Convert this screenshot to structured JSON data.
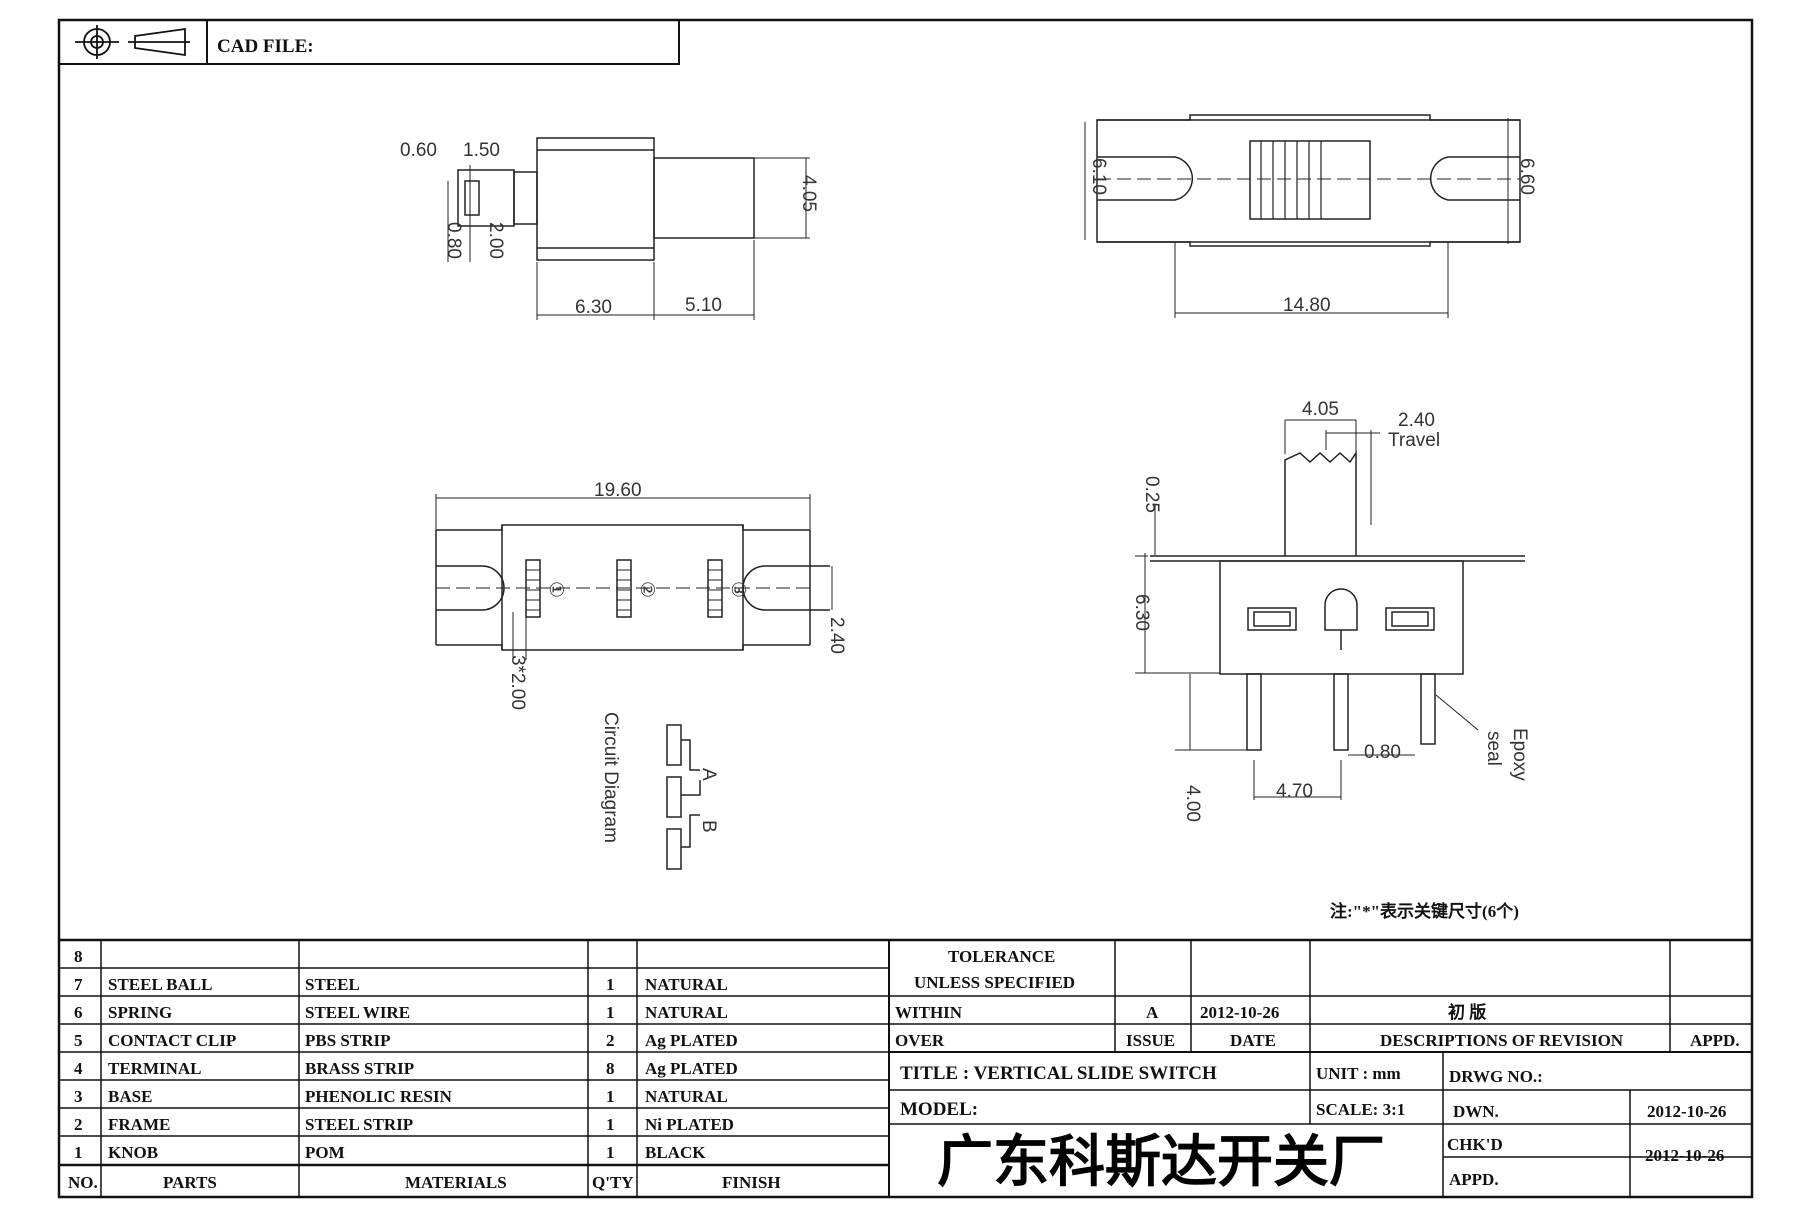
{
  "header": {
    "cad_file_label": "CAD FILE:"
  },
  "views": {
    "side": {
      "d1": "0.60",
      "d2": "1.50",
      "d3": "4.05",
      "d4": "0.80",
      "d5": "2.00",
      "d6": "6.30",
      "d7": "5.10"
    },
    "top": {
      "d1": "6.10",
      "d2": "6.60",
      "d3": "14.80"
    },
    "bottom": {
      "d1": "19.60",
      "d2": "2.40",
      "d3": "3*2.00",
      "pin1": "①",
      "pin2": "②",
      "pin3": "③"
    },
    "front": {
      "d1": "4.05",
      "d2": "2.40",
      "travel": "Travel",
      "d3": "0.25",
      "d4": "6.30",
      "d5": "0.80",
      "d6": "4.70",
      "d7": "4.00",
      "epoxy1": "Epoxy",
      "epoxy2": "seal"
    },
    "circuit": {
      "title": "Circuit Diagram",
      "a": "A",
      "b": "B"
    },
    "note": "注:\"*\"表示关键尺寸(6个)"
  },
  "bom": {
    "rows": [
      {
        "no": "8",
        "part": "",
        "material": "",
        "qty": "",
        "finish": ""
      },
      {
        "no": "7",
        "part": "STEEL BALL",
        "material": "STEEL",
        "qty": "1",
        "finish": "NATURAL"
      },
      {
        "no": "6",
        "part": "SPRING",
        "material": "STEEL WIRE",
        "qty": "1",
        "finish": "NATURAL"
      },
      {
        "no": "5",
        "part": "CONTACT CLIP",
        "material": "PBS STRIP",
        "qty": "2",
        "finish": "Ag PLATED"
      },
      {
        "no": "4",
        "part": "TERMINAL",
        "material": "BRASS STRIP",
        "qty": "8",
        "finish": "Ag PLATED"
      },
      {
        "no": "3",
        "part": "BASE",
        "material": "PHENOLIC RESIN",
        "qty": "1",
        "finish": "NATURAL"
      },
      {
        "no": "2",
        "part": "FRAME",
        "material": "STEEL STRIP",
        "qty": "1",
        "finish": "Ni PLATED"
      },
      {
        "no": "1",
        "part": "KNOB",
        "material": "POM",
        "qty": "1",
        "finish": "BLACK"
      }
    ],
    "headers": {
      "no": "NO.",
      "part": "PARTS",
      "material": "MATERIALS",
      "qty": "Q'TY",
      "finish": "FINISH"
    }
  },
  "title_block": {
    "tolerance": "TOLERANCE",
    "unless": "UNLESS  SPECIFIED",
    "within": "WITHIN",
    "over": "OVER",
    "issue_val": "A",
    "date_val": "2012-10-26",
    "rev_desc": "初 版",
    "issue_label": "ISSUE",
    "date_label": "DATE",
    "desc_label": "DESCRIPTIONS OF REVISION",
    "appd_label": "APPD.",
    "title": "TITLE :  VERTICAL SLIDE SWITCH",
    "model": "MODEL:",
    "unit": "UNIT :  mm",
    "scale": "SCALE:  3:1",
    "drwg_no": "DRWG NO.:",
    "dwn": "DWN.",
    "dwn_date": "2012-10-26",
    "chkd": "CHK'D",
    "appd": "APPD.",
    "chk_date": "2012-10-26",
    "company": "广东科斯达开关厂"
  }
}
